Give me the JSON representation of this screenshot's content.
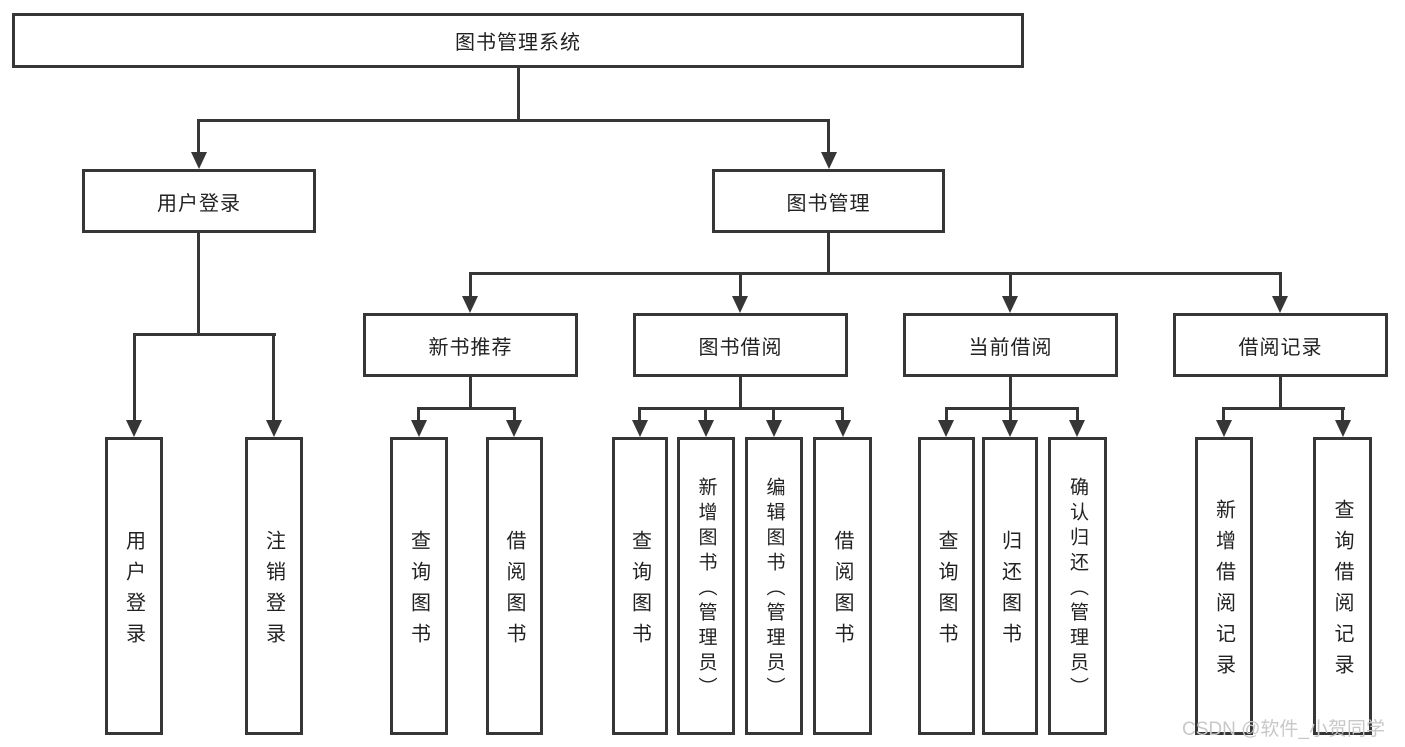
{
  "diagram": {
    "root": {
      "label": "图书管理系统"
    },
    "level2": [
      {
        "label": "用户登录"
      },
      {
        "label": "图书管理"
      }
    ],
    "level3": [
      {
        "label": "新书推荐"
      },
      {
        "label": "图书借阅"
      },
      {
        "label": "当前借阅"
      },
      {
        "label": "借阅记录"
      }
    ],
    "leaves": {
      "user_login": [
        {
          "label": "用户登录"
        },
        {
          "label": "注销登录"
        }
      ],
      "new_book_recommend": [
        {
          "label": "查询图书"
        },
        {
          "label": "借阅图书"
        }
      ],
      "book_borrowing": [
        {
          "label": "查询图书"
        },
        {
          "label": "新增图书（管理员）"
        },
        {
          "label": "编辑图书（管理员）"
        },
        {
          "label": "借阅图书"
        }
      ],
      "current_borrowing": [
        {
          "label": "查询图书"
        },
        {
          "label": "归还图书"
        },
        {
          "label": "确认归还（管理员）"
        }
      ],
      "borrowing_records": [
        {
          "label": "新增借阅记录"
        },
        {
          "label": "查询借阅记录"
        }
      ]
    },
    "watermark": "CSDN @软件_小贺同学",
    "colors": {
      "line": "#363636",
      "text": "#222222",
      "background": "#ffffff",
      "watermark": "#c8c8c8"
    }
  }
}
